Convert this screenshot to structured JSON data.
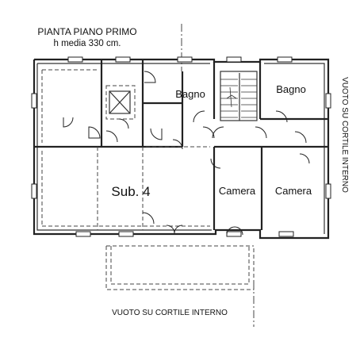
{
  "title": {
    "line1": "PIANTA PIANO PRIMO",
    "line2": "h media 330 cm."
  },
  "labels": {
    "unit": "Sub. 4",
    "bath_left": "Bagno",
    "bath_right": "Bagno",
    "bedroom_left": "Camera",
    "bedroom_right": "Camera",
    "courtyard_bottom": "VUOTO SU CORTILE INTERNO",
    "courtyard_right": "VUOTO SU CORTILE INTERNO"
  },
  "colors": {
    "ink": "#222222",
    "background": "#ffffff"
  }
}
